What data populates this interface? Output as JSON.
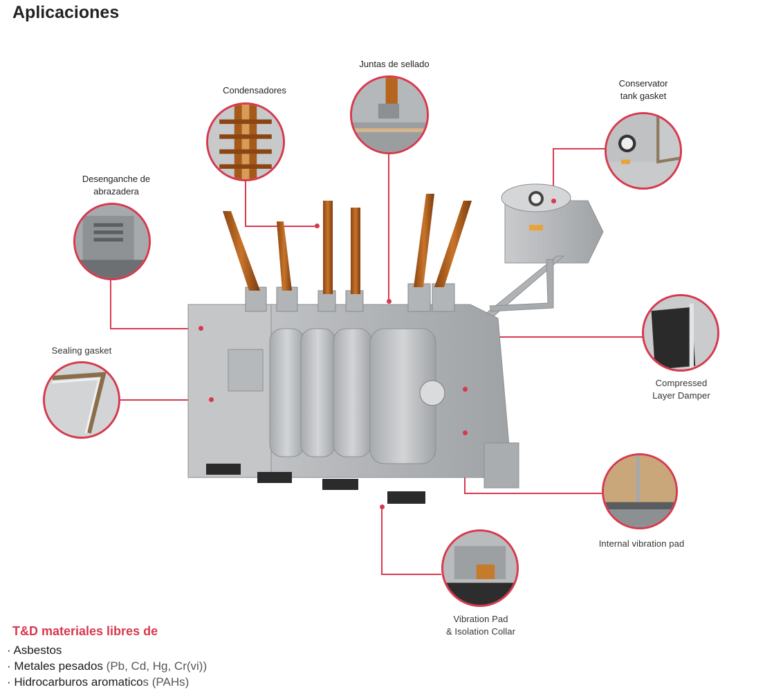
{
  "title": "Aplicaciones",
  "callouts": {
    "juntas": "Juntas de sellado",
    "condensadores": "Condensadores",
    "conservator_1": "Conservator",
    "conservator_2": "tank gasket",
    "desenganche_1": "Desenganche de",
    "desenganche_2": "abrazadera",
    "sealing": "Sealing gasket",
    "compressed_1": "Compressed",
    "compressed_2": "Layer Damper",
    "internal": "Internal vibration pad",
    "vibration_1": "Vibration Pad",
    "vibration_2": "& Isolation Collar"
  },
  "footer": {
    "title": "T&D materiales libres de",
    "items": [
      {
        "bullet": "·",
        "text": "Asbestos",
        "extra": ""
      },
      {
        "bullet": "·",
        "text": "Metales pesados ",
        "extra": "(Pb, Cd, Hg, Cr(vi))"
      },
      {
        "bullet": "·",
        "text": "Hidrocarburos aromatico",
        "extra": "s (PAHs)"
      }
    ]
  },
  "colors": {
    "accent": "#d8384e",
    "metal": "#b9bbbd",
    "bushing": "#b5651d"
  }
}
